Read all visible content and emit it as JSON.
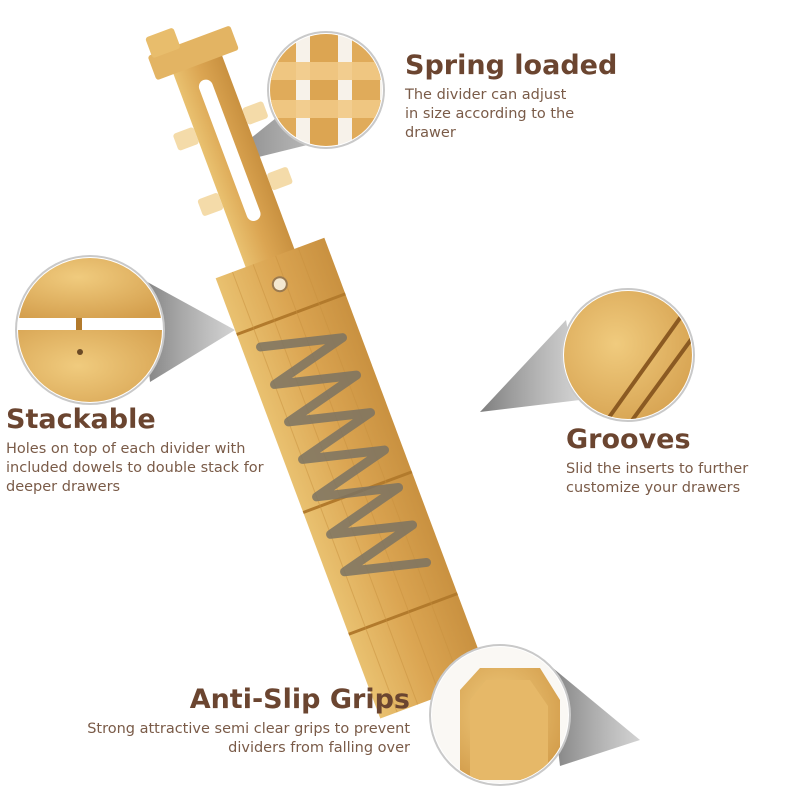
{
  "features": {
    "spring": {
      "title": "Spring loaded",
      "desc": [
        "The divider can adjust",
        "in size according to the",
        "drawer"
      ],
      "icon": "zoom-callout-spring-mechanism"
    },
    "stackable": {
      "title": "Stackable",
      "desc": [
        "Holes on top of each divider with",
        "included dowels to double stack for",
        "deeper drawers"
      ],
      "icon": "zoom-callout-dowel-holes"
    },
    "grooves": {
      "title": "Grooves",
      "desc": [
        "Slid the inserts to further",
        "customize your drawers"
      ],
      "icon": "zoom-callout-grooves"
    },
    "grips": {
      "title": "Anti-Slip Grips",
      "desc": [
        "Strong attractive semi clear grips to prevent",
        "dividers from falling over"
      ],
      "icon": "zoom-callout-grip-pad"
    }
  },
  "colors": {
    "bamboo": "#dca854",
    "bamboo_light": "#edc677",
    "bamboo_dark": "#b8832f",
    "spring": "#7b7363",
    "title": "#6b4530",
    "desc": "#7a5b48",
    "callout_shadow": "#8c8c8c"
  }
}
